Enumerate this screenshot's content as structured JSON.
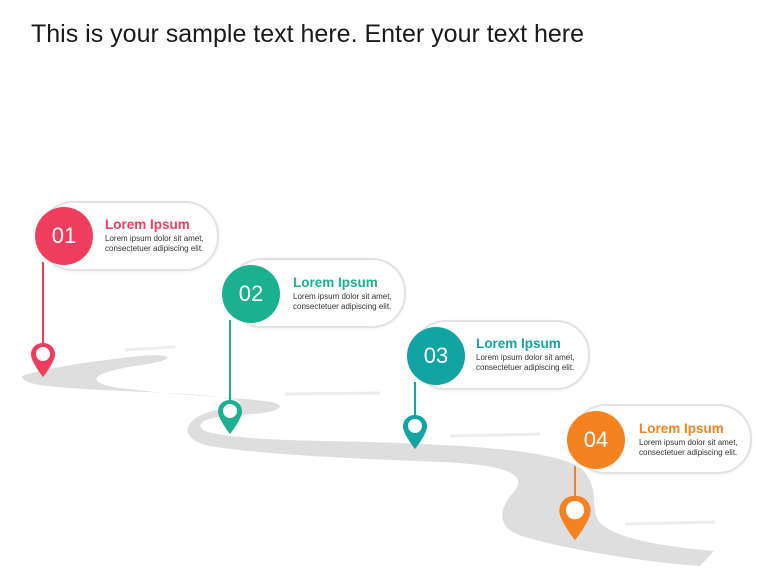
{
  "title": "This is your sample text here. Enter your text here",
  "steps": [
    {
      "number": "01",
      "heading": "Lorem Ipsum",
      "line1": "Lorem ipsum dolor sit amet,",
      "line2": "consectetuer adipiscing elit.",
      "color": "#ef3d5e"
    },
    {
      "number": "02",
      "heading": "Lorem Ipsum",
      "line1": "Lorem ipsum dolor sit amet,",
      "line2": "consectetuer adipiscing elit.",
      "color": "#1bb08f"
    },
    {
      "number": "03",
      "heading": "Lorem Ipsum",
      "line1": "Lorem ipsum dolor sit amet,",
      "line2": "consectetuer adipiscing elit.",
      "color": "#12a3a3"
    },
    {
      "number": "04",
      "heading": "Lorem Ipsum",
      "line1": "Lorem ipsum dolor sit amet,",
      "line2": "consectetuer adipiscing elit.",
      "color": "#f58220"
    }
  ],
  "road_color": "#dedede"
}
